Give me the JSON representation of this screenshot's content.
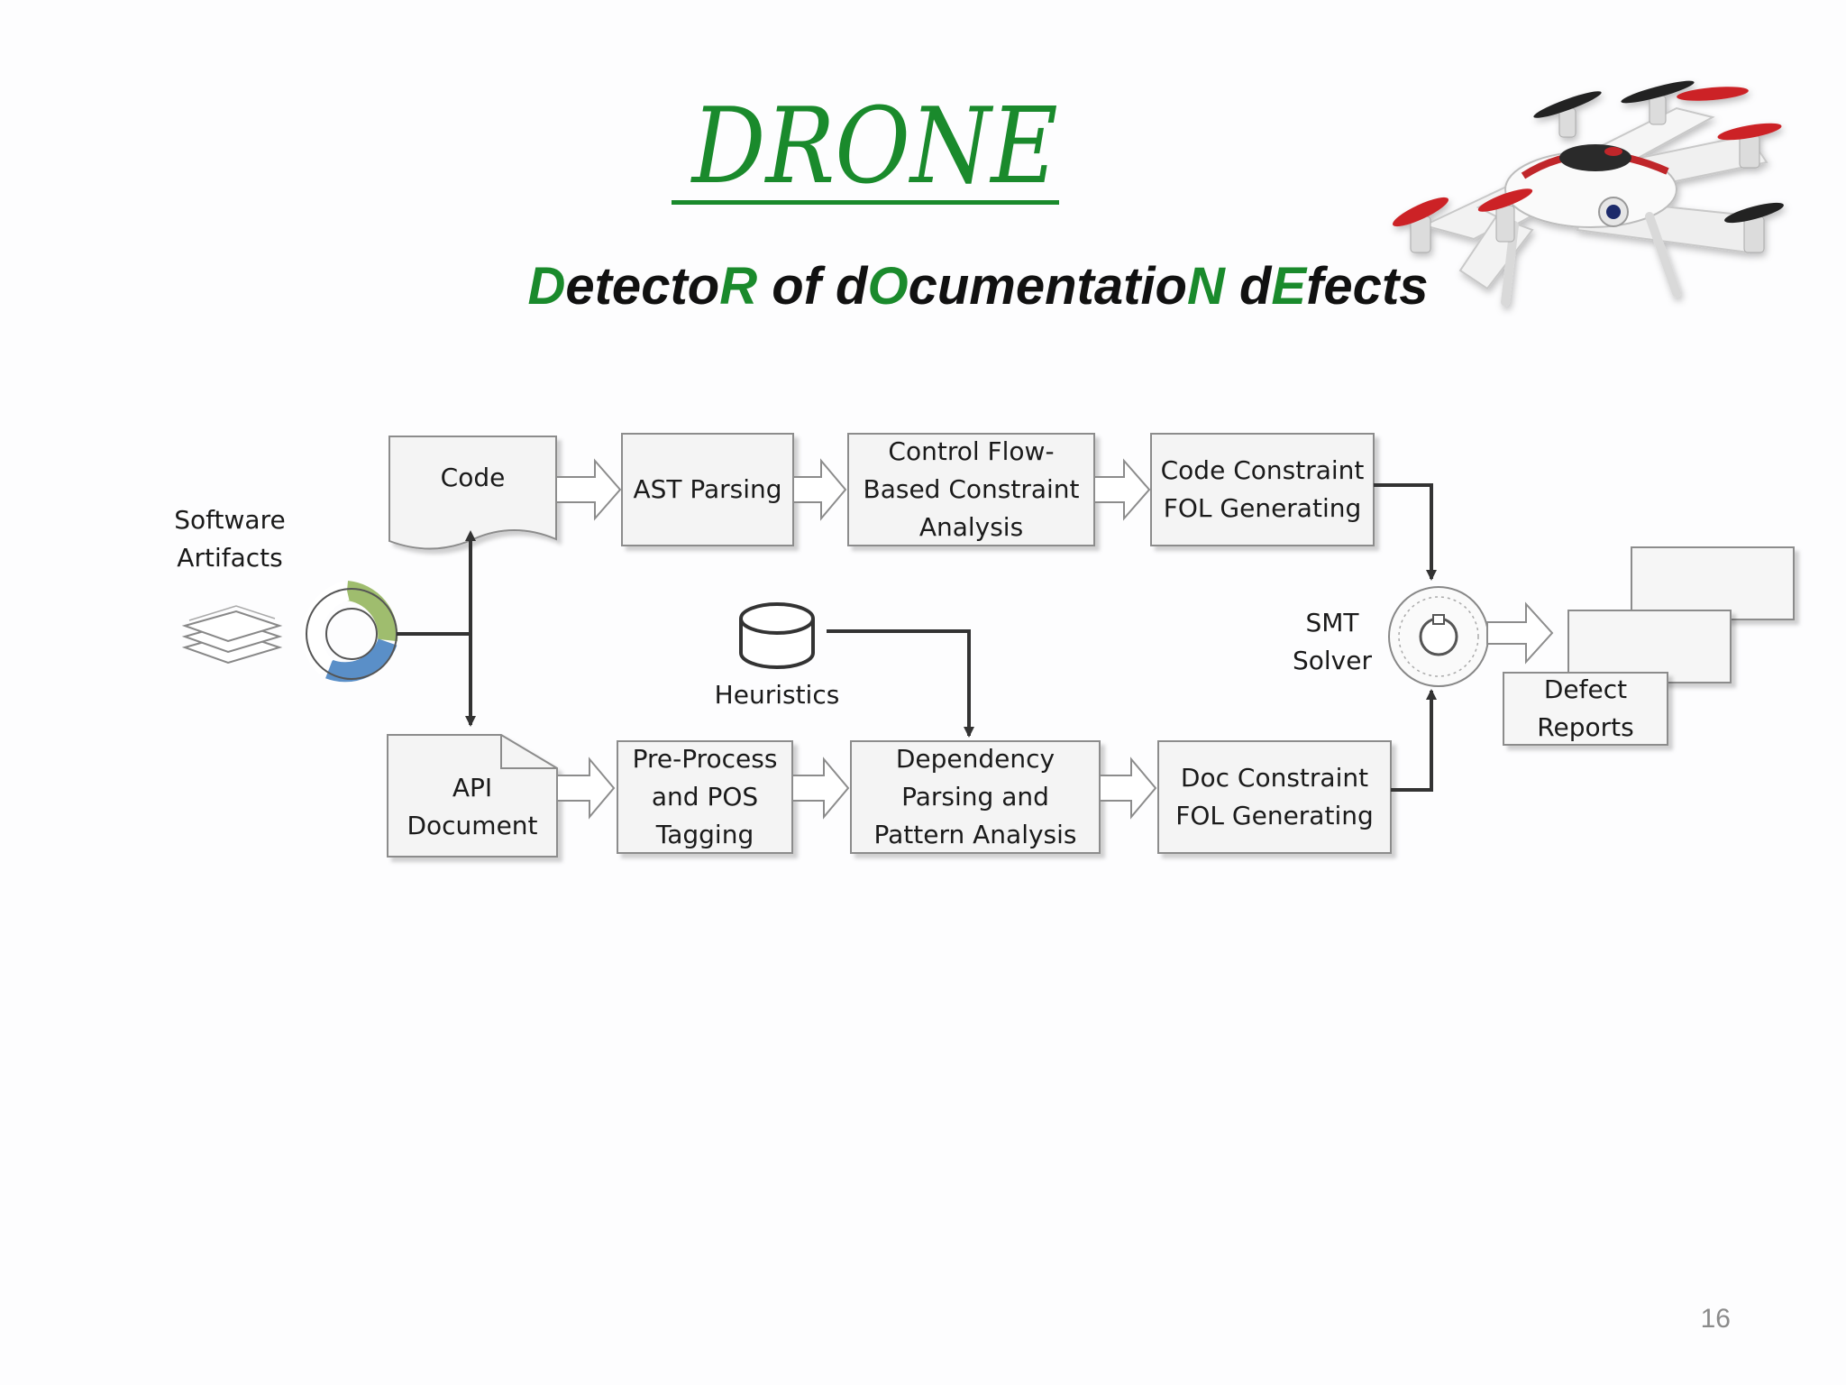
{
  "title": "DRONE",
  "subtitle": {
    "parts": [
      {
        "text": "D",
        "hl": true
      },
      {
        "text": "etecto",
        "hl": false
      },
      {
        "text": "R",
        "hl": true
      },
      {
        "text": " of d",
        "hl": false
      },
      {
        "text": "O",
        "hl": true
      },
      {
        "text": "cumentatio",
        "hl": false
      },
      {
        "text": "N",
        "hl": true
      },
      {
        "text": " d",
        "hl": false
      },
      {
        "text": "E",
        "hl": true
      },
      {
        "text": "fects",
        "hl": false
      }
    ]
  },
  "diagram": {
    "software_artifacts": "Software\nArtifacts",
    "code": "Code",
    "ast_parsing": "AST Parsing",
    "control_flow": "Control Flow-\nBased Constraint\nAnalysis",
    "code_constraint": "Code Constraint\nFOL Generating",
    "heuristics": "Heuristics",
    "smt_solver": "SMT\nSolver",
    "defect_reports": "Defect\nReports",
    "api_document": "API\nDocument",
    "preprocess": "Pre-Process\nand POS\nTagging",
    "dependency": "Dependency\nParsing and\nPattern Analysis",
    "doc_constraint": "Doc Constraint\nFOL Generating"
  },
  "page_number": "16",
  "colors": {
    "green": "#1a8a2c",
    "line": "#333333",
    "box_border": "#8c8c8c"
  }
}
